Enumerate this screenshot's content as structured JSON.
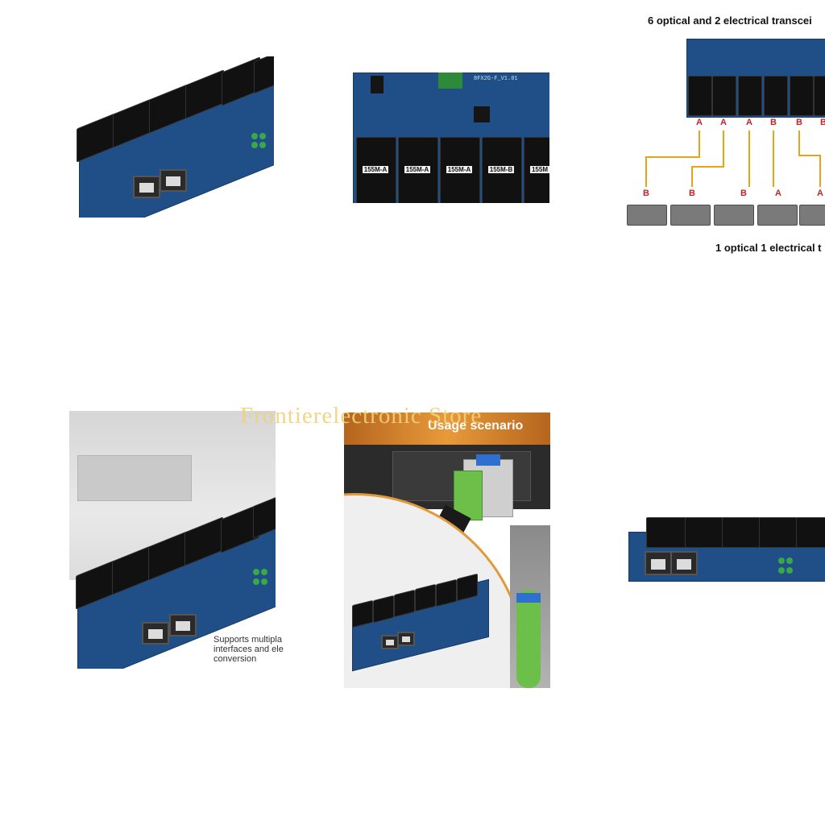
{
  "watermark": "Frontierelectronic Store",
  "tile2": {
    "board_model": "8FX2G-F_V1.01",
    "port_labels": [
      "155M-A",
      "155M-A",
      "155M-A",
      "155M-B",
      "155M"
    ]
  },
  "tile3": {
    "heading": "6 optical and 2 electrical transcei",
    "footer": "1 optical 1 electrical t",
    "port_letters": [
      "A",
      "A",
      "A",
      "B",
      "B",
      "B"
    ],
    "converter_letters": [
      "B",
      "B",
      "B",
      "A",
      "A"
    ]
  },
  "tile5": {
    "caption_lines": [
      "Supports multipla",
      "interfaces and ele",
      "conversion"
    ]
  },
  "tile6": {
    "title": "Usage scenario"
  },
  "colors": {
    "pcb_blue": "#1f4f86",
    "connector_black": "#111111",
    "orange_accent": "#e8a317",
    "letter_red": "#c0232a",
    "fiber_green": "#6cc04a"
  }
}
